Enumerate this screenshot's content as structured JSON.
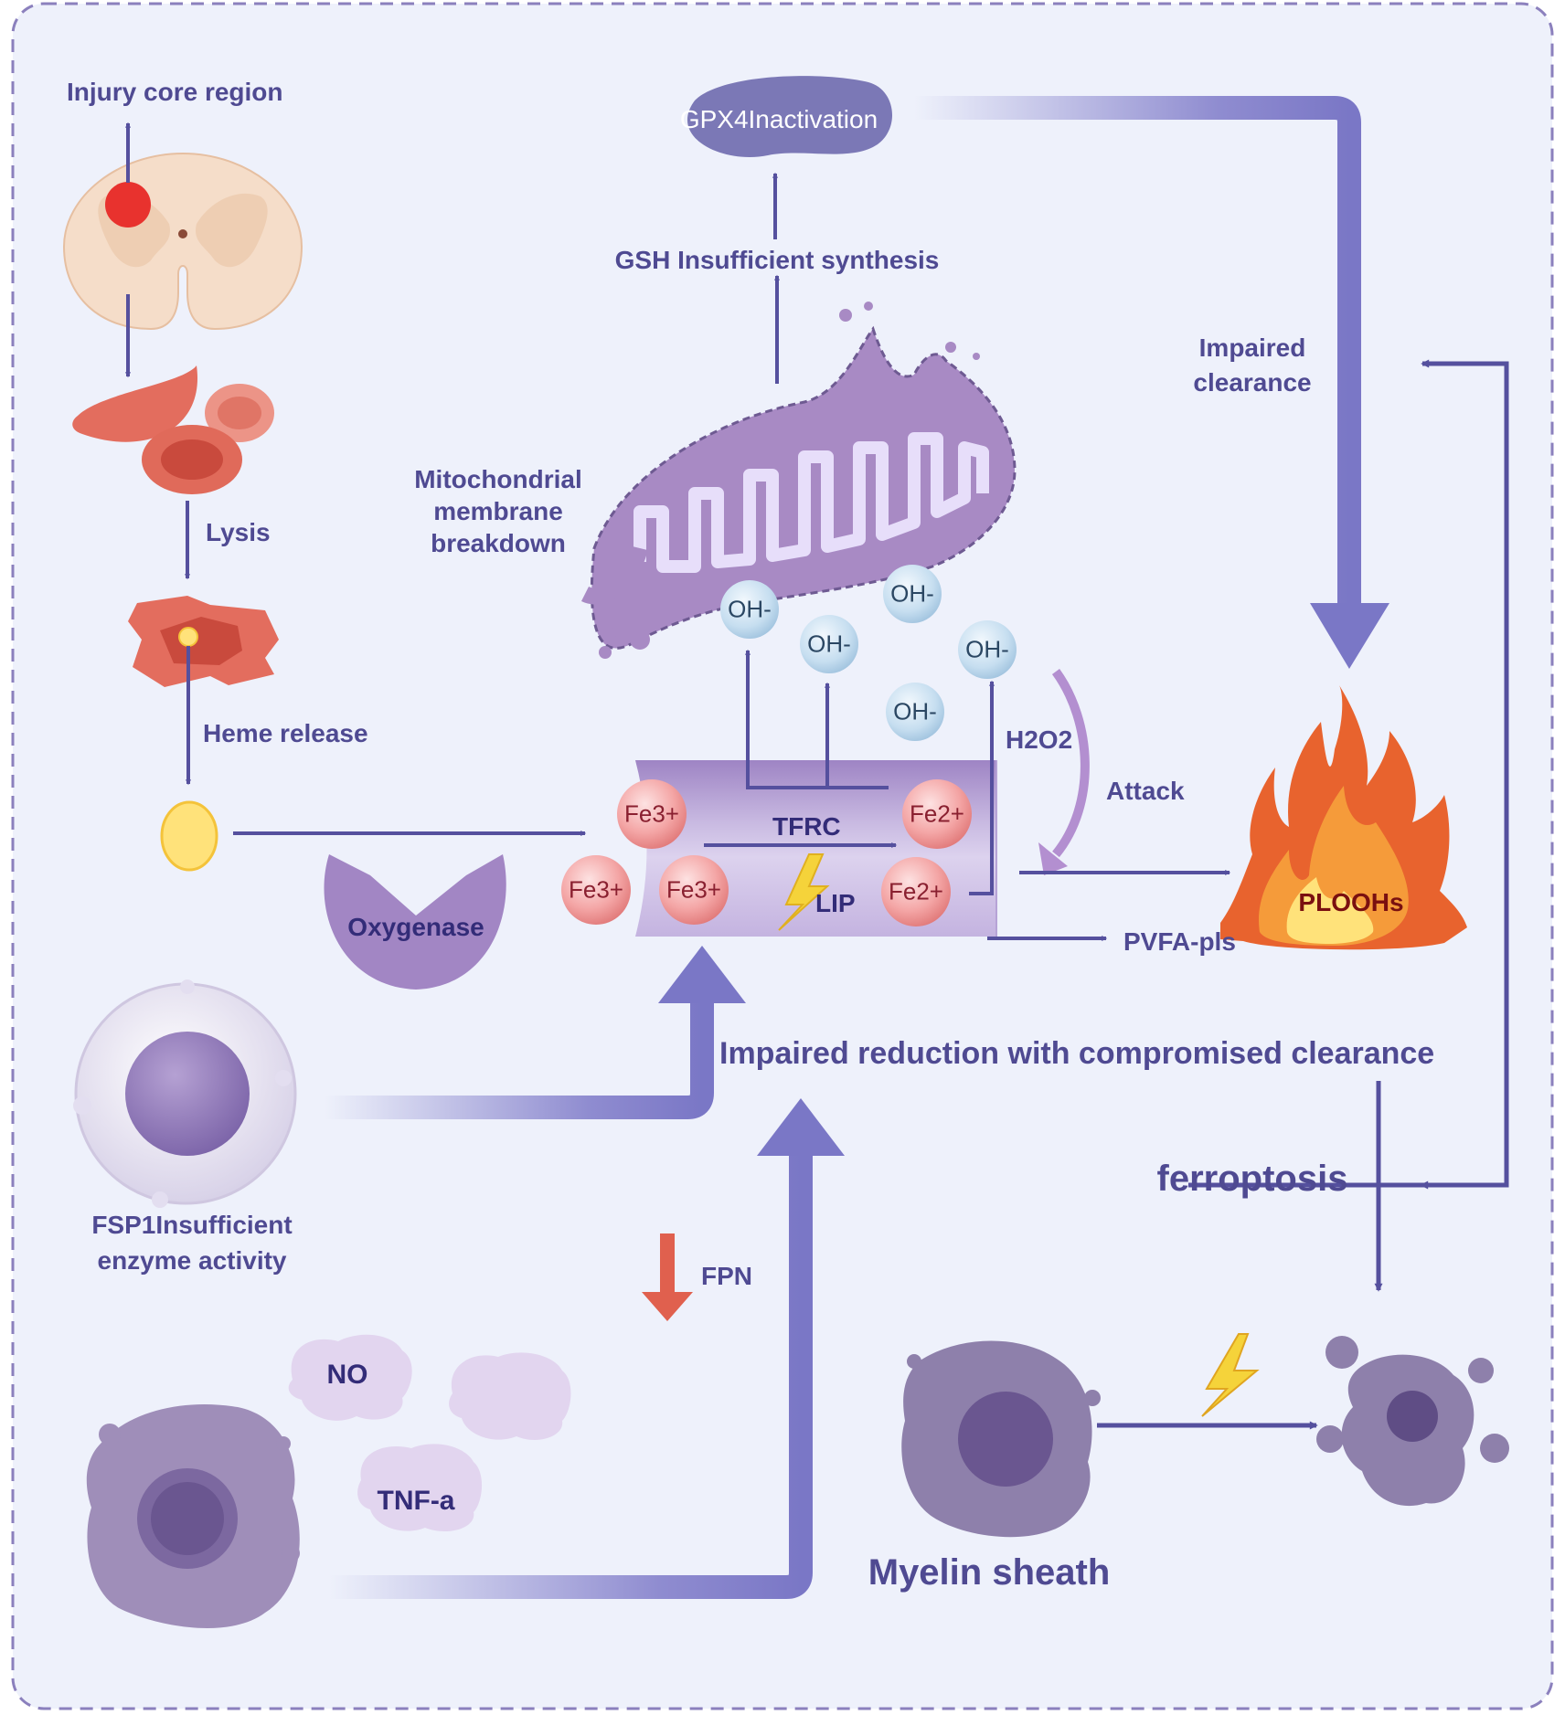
{
  "labels": {
    "injury_core": "Injury core region",
    "lysis": "Lysis",
    "heme_release": "Heme release",
    "oxygenase": "Oxygenase",
    "mito_breakdown": [
      "Mitochondrial",
      "membrane",
      "breakdown"
    ],
    "gsh": "GSH Insufficient synthesis",
    "gpx4": "GPX4Inactivation",
    "impaired_clearance": [
      "Impaired",
      "clearance"
    ],
    "tfrc": "TFRC",
    "lip": "LIP",
    "h2o2": "H2O2",
    "attack": "Attack",
    "pvfa": "PVFA-pls",
    "ploohs": "PLOOHs",
    "impaired_reduction": "Impaired reduction with compromised clearance",
    "ferroptosis": "ferroptosis",
    "fsp1": [
      "FSP1Insufficient",
      "enzyme activity"
    ],
    "fpn": "FPN",
    "no": "NO",
    "tnf": "TNF-a",
    "myelin": "Myelin sheath"
  },
  "ions": {
    "oh": [
      "OH-",
      "OH-",
      "OH-",
      "OH-",
      "OH-"
    ],
    "fe3": [
      "Fe3+",
      "Fe3+",
      "Fe3+"
    ],
    "fe2": [
      "Fe2+",
      "Fe2+"
    ]
  },
  "colors": {
    "arrow": "#55509e",
    "border": "#8b80bd",
    "background": "#eef1fb",
    "mitochondrion": "#a07fb8",
    "fire": "#e8632e",
    "fpn_arrow": "#e0604e",
    "fe_ion": "#f08e8e",
    "oh_ion": "#b9d7ea"
  },
  "icons": [
    "spinal-cord-icon",
    "red-blood-cell-icon",
    "lysed-cell-icon",
    "heme-icon",
    "oxygenase-icon",
    "mitochondrion-icon",
    "fire-icon",
    "lightning-icon",
    "immune-cell-icon",
    "macrophage-icon",
    "oligodendrocyte-icon",
    "dying-cell-icon"
  ]
}
